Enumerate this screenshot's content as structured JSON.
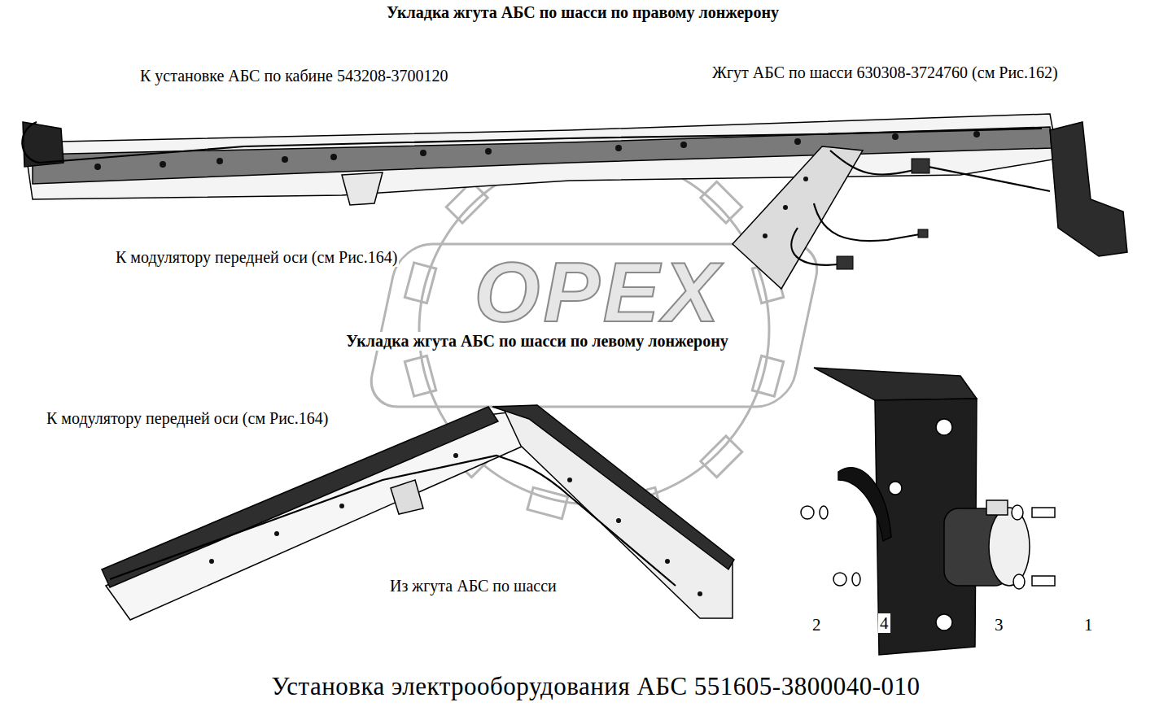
{
  "diagram": {
    "caption": "Установка электрооборудования АБС 551605-3800040-010",
    "labels": [
      "Укладка жгута АБС по шасси по правому лонжерону",
      "К установке АБС по кабине 543208-3700120",
      "Жгут АБС по шасси 630308-3724760 (см Рис.162)",
      "К модулятору передней оси (см Рис.164)",
      "Укладка жгута АБС по шасси по левому лонжерону",
      "К модулятору передней оси (см Рис.164)",
      "Из жгута АБС по шасси",
      "2",
      "4",
      "3",
      "1",
      "OPEX"
    ]
  }
}
